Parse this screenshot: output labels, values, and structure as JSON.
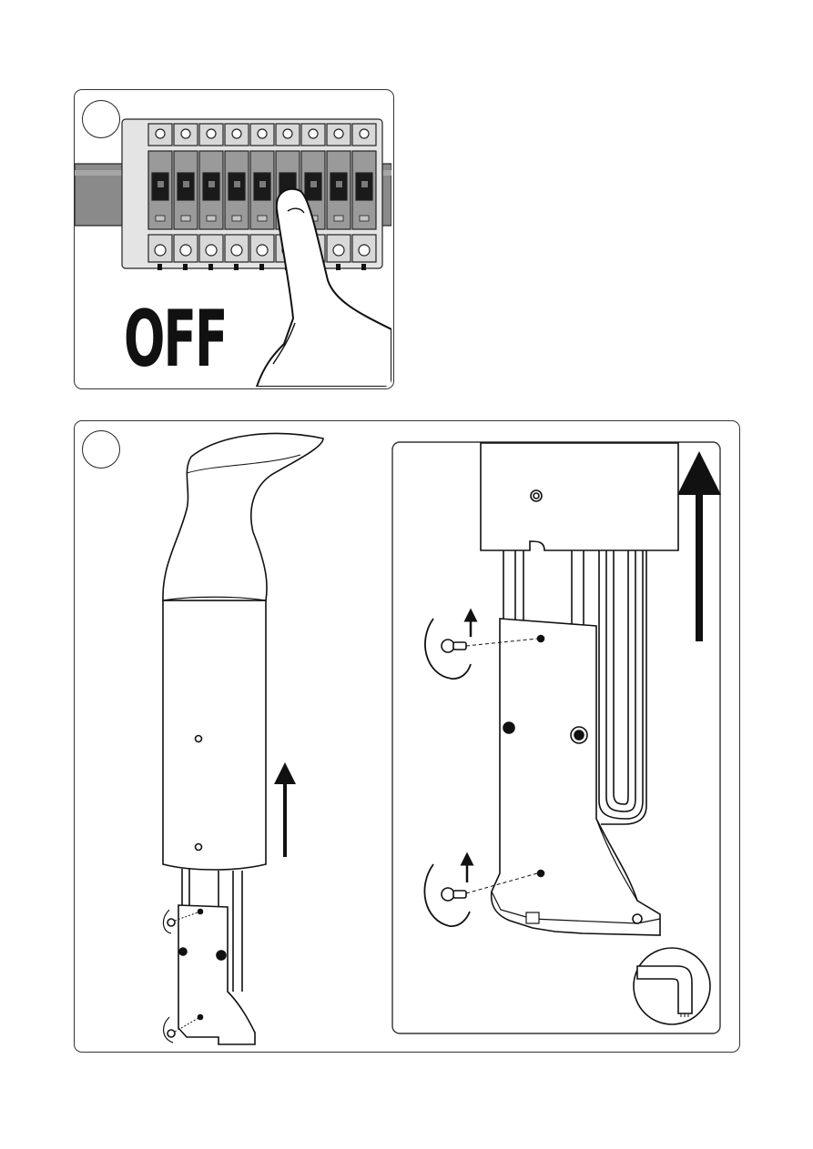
{
  "step1": {
    "label": "OFF",
    "breaker_count": 9,
    "selected_breaker": 5
  },
  "step2": {}
}
